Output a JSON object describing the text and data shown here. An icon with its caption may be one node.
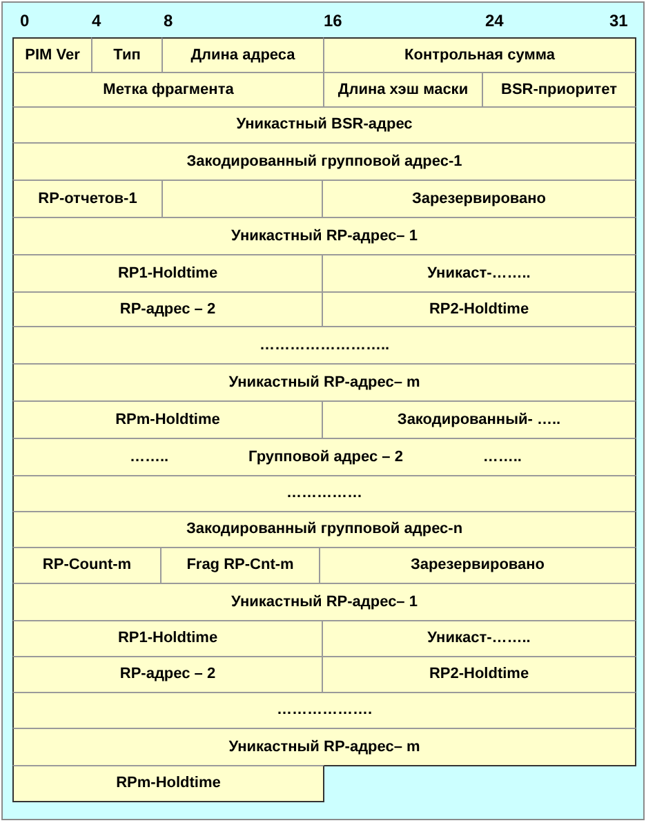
{
  "diagram": {
    "nodes": [
      {
        "text": [
          "PIM Ver"
        ]
      },
      {
        "text": [
          "Тип"
        ]
      },
      {
        "text": [
          "Длина адреса"
        ]
      },
      {
        "text": [
          "Контрольная сумма"
        ]
      },
      {
        "text": [
          "Метка фрагмента"
        ]
      },
      {
        "text": [
          "Длина хэш маски"
        ]
      },
      {
        "text": [
          "BSR-приоритет"
        ]
      },
      {
        "text": [
          "Уникастный BSR-адрес"
        ]
      },
      {
        "text": [
          "Закодированный групповой адрес-1"
        ]
      },
      {
        "text": [
          "RP-отчетов-1"
        ]
      },
      {
        "text": [],
        "shape": "box"
      },
      {
        "text": [
          "Зарезервировано"
        ]
      },
      {
        "text": [
          "Уникастный RP-адрес– 1"
        ]
      },
      {
        "text": [
          "RP1-Holdtime"
        ]
      },
      {
        "text": [
          "Уникаст-…….."
        ]
      },
      {
        "text": [
          "RP-адрес – 2"
        ]
      },
      {
        "text": [
          "RP2-Holdtime"
        ]
      },
      {
        "text": [
          "…………………….."
        ]
      },
      {
        "text": [
          "Уникастный RP-адрес– m"
        ]
      },
      {
        "text": [
          "RPm-Holdtime"
        ]
      },
      {
        "text": [
          "Закодированный- ….."
        ]
      },
      {
        "text": [
          "……..",
          "Групповой адрес – 2",
          "…….."
        ]
      },
      {
        "text": [
          "……………"
        ]
      },
      {
        "text": [
          "Закодированный групповой адрес-n"
        ]
      },
      {
        "text": [
          "RP-Count-m"
        ]
      },
      {
        "text": [
          "Frag RP-Cnt-m"
        ]
      },
      {
        "text": [
          "Зарезервировано"
        ]
      },
      {
        "text": [
          "Уникастный RP-адрес– 1"
        ]
      },
      {
        "text": [
          "RP1-Holdtime"
        ]
      },
      {
        "text": [
          "Уникаст-…….."
        ]
      },
      {
        "text": [
          "RP-адрес – 2"
        ]
      },
      {
        "text": [
          "RP2-Holdtime"
        ]
      },
      {
        "text": [
          "………………."
        ]
      },
      {
        "text": [
          "Уникастный RP-адрес– m"
        ]
      },
      {
        "text": [
          "RPm-Holdtime"
        ]
      }
    ],
    "labels": [
      "0",
      "4",
      "8",
      "16",
      "24",
      "31"
    ]
  }
}
